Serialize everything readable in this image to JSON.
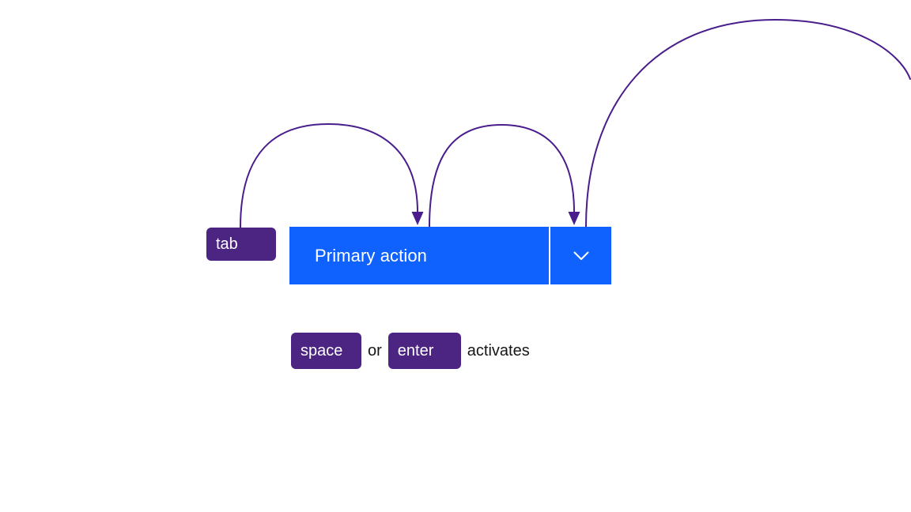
{
  "colors": {
    "background": "#ffffff",
    "button_blue": "#0f62fe",
    "key_badge_purple": "#4c2583",
    "arrow_purple": "#491d8b",
    "text_dark": "#161616",
    "on_color_text": "#ffffff"
  },
  "diagram": {
    "tab_key": {
      "label": "tab"
    },
    "split_button": {
      "primary_label": "Primary action",
      "chevron_icon": "chevron-down"
    },
    "caption": {
      "space_key": "space",
      "conjunction": "or",
      "enter_key": "enter",
      "suffix": "activates"
    },
    "arrows": [
      {
        "from": "tab-key",
        "to": "primary-action-button"
      },
      {
        "from": "primary-action-button",
        "to": "chevron-button"
      },
      {
        "from": "chevron-button",
        "to": "offscreen-right"
      }
    ]
  }
}
